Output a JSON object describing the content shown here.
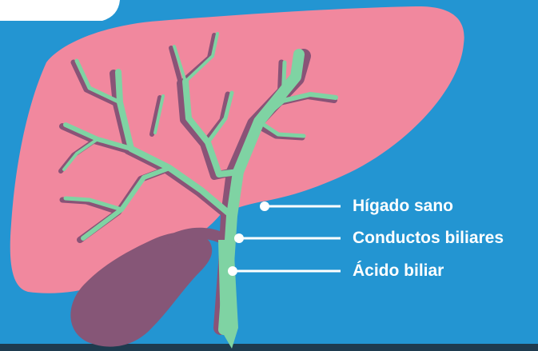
{
  "diagram": {
    "labels": [
      {
        "id": "healthy-liver",
        "text": "Hígado sano"
      },
      {
        "id": "bile-ducts",
        "text": "Conductos biliares"
      },
      {
        "id": "bile-acid",
        "text": "Ácido biliar"
      }
    ]
  },
  "colors": {
    "background": "#2395d2",
    "liver": "#f1889e",
    "duct_shadow": "#8a5377",
    "bile_duct": "#7fd3a3",
    "gallbladder": "#865677",
    "dark_band": "#1e3b4f",
    "label_text": "#ffffff"
  }
}
